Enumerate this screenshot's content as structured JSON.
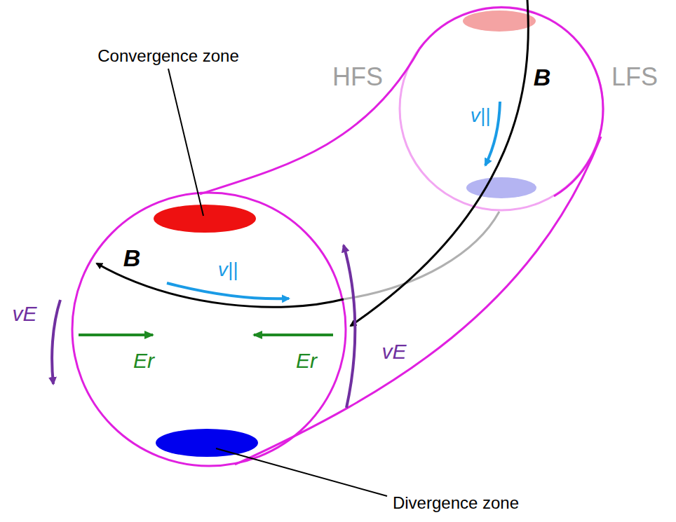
{
  "diagram": {
    "labels": [
      "Convergence zone",
      "HFS",
      "B",
      "LFS",
      "v||",
      "B",
      "v||",
      "vE",
      "Er",
      "Er",
      "vE",
      "Divergence zone"
    ]
  }
}
